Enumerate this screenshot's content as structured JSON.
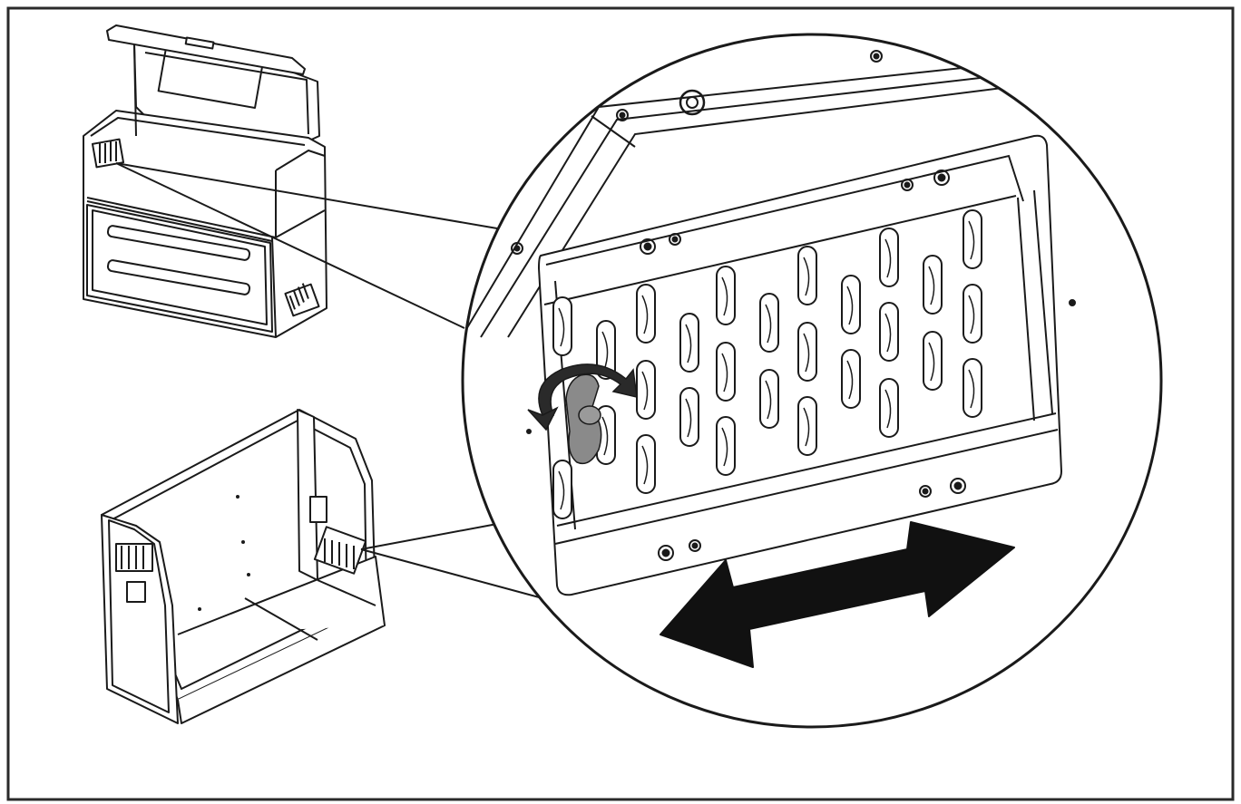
{
  "figure": {
    "colors": {
      "line": "#1a1a1a",
      "frame": "#2a2a2a",
      "fill": "#ffffff",
      "knob": "#8a8a8a",
      "arrow": "#111111"
    },
    "parts": [
      "frame-border",
      "enclosure-lid-open",
      "enclosure-frame-no-lid",
      "detail-callout-circle",
      "louver-vent-plate",
      "wing-knob",
      "rotate-arrow",
      "slide-direction-arrow"
    ],
    "icons": {
      "rotate": "rotate-arrow-icon",
      "slide": "double-headed-arrow-icon"
    }
  }
}
